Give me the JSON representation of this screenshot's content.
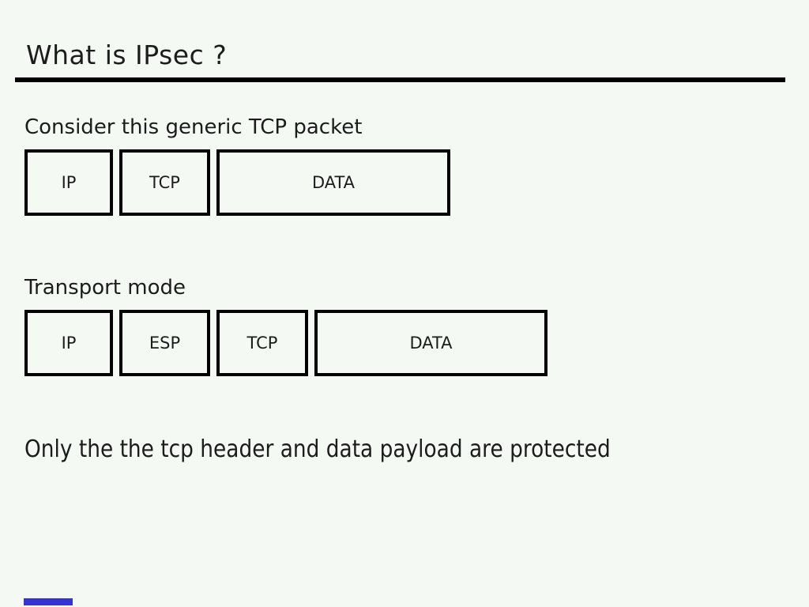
{
  "slide": {
    "title": "What is IPsec ?",
    "section1": {
      "caption": "Consider this generic TCP packet",
      "packet": [
        {
          "label": "IP"
        },
        {
          "label": "TCP"
        },
        {
          "label": "DATA"
        }
      ]
    },
    "section2": {
      "caption": "Transport mode",
      "packet": [
        {
          "label": "IP"
        },
        {
          "label": "ESP"
        },
        {
          "label": "TCP"
        },
        {
          "label": "DATA"
        }
      ]
    },
    "footer_note": "Only the the tcp header and data payload are protected",
    "colors": {
      "background": "#f4f9f4",
      "text": "#1c1c1c",
      "border": "#000000",
      "rule": "#000000",
      "gauge": "#3535cd"
    }
  }
}
